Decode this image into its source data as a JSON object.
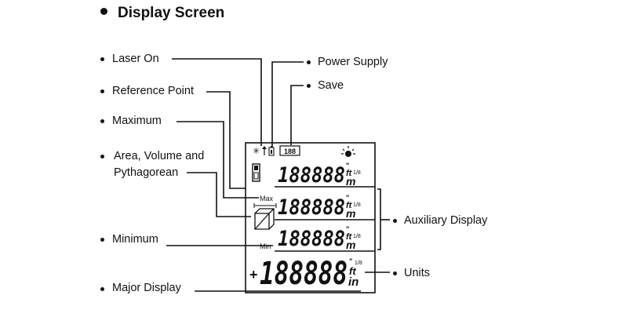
{
  "title": "Display Screen",
  "labels": {
    "laser_on": "Laser On",
    "reference_point": "Reference Point",
    "maximum": "Maximum",
    "area_line1": "Area, Volume and",
    "area_line2": "Pythagorean",
    "minimum": "Minimum",
    "major_display": "Major Display",
    "power_supply": "Power Supply",
    "save": "Save",
    "auxiliary_display": "Auxiliary Display",
    "units": "Units"
  },
  "lcd": {
    "digits": "188888",
    "max_label": "Max",
    "min_label": "Min",
    "memory_label": "188",
    "unit_ft": "ft",
    "unit_m": "m",
    "unit_in": "in",
    "fraction_top": "1/8",
    "sign": "+"
  }
}
